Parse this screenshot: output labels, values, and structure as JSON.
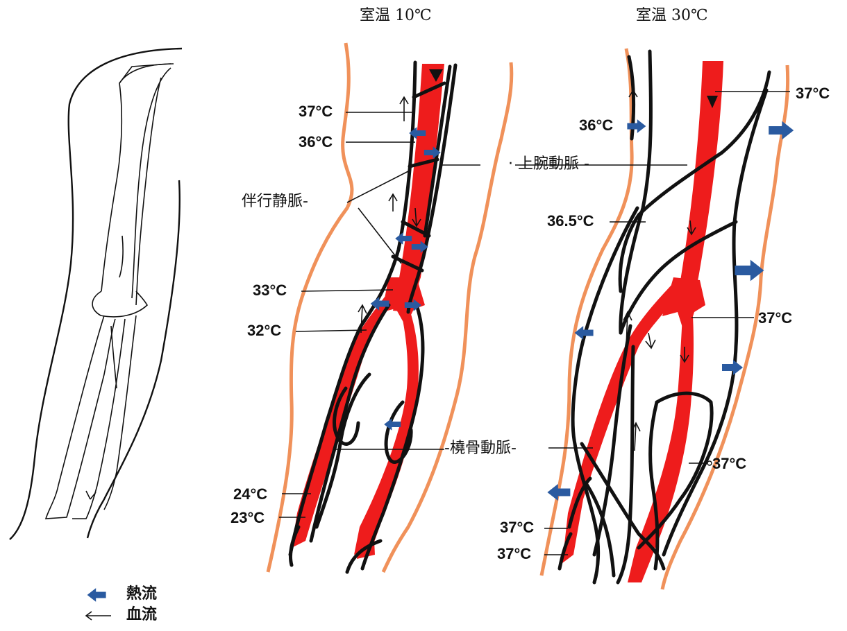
{
  "titles": {
    "left": "室温 10℃",
    "right": "室温 30℃"
  },
  "left_panel": {
    "temps": [
      "37°C",
      "36°C",
      "33°C",
      "32°C",
      "24°C",
      "23°C"
    ],
    "labels": {
      "accompanying_vein": "伴行静脈-",
      "radial_artery": "-橈骨動脈-"
    }
  },
  "right_panel": {
    "temps": [
      "37°C",
      "36°C",
      "36.5°C",
      "37°C",
      "37°C",
      "37°C",
      "37°C"
    ],
    "labels": {
      "brachial_artery": "· 上腕動脈 -"
    }
  },
  "legend": {
    "heat_flow": "熱流",
    "blood_flow": "血流"
  },
  "colors": {
    "artery": "#ee1c1c",
    "skin": "#f0915a",
    "vessel_outline": "#111111",
    "heat_arrow": "#2a5aa0"
  },
  "icons": {
    "heat_flow": "blue-block-arrow-icon",
    "blood_flow": "thin-arrow-icon"
  }
}
